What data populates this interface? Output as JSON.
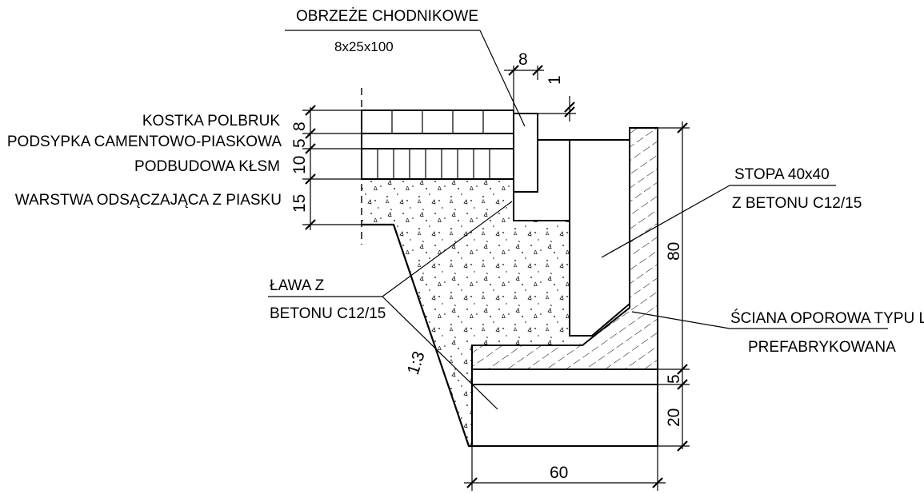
{
  "labels": {
    "curb_title": "OBRZEŻE CHODNIKOWE",
    "curb_size": "8x25x100",
    "paving": "KOSTKA POLBRUK",
    "bedding": "PODSYPKA CAMENTOWO-PIASKOWA",
    "base": "PODBUDOWA KŁSM",
    "drainage": "WARSTWA ODSĄCZAJĄCA Z PIASKU",
    "foot_line1": "STOPA  40x40",
    "foot_line2": "Z BETONU C12/15",
    "bench_line1": "ŁAWA Z",
    "bench_line2": "BETONU C12/15",
    "wall_line1": "ŚCIANA OPOROWA TYPU L",
    "wall_line2": "PREFABRYKOWANA",
    "slope": "1:3"
  },
  "dimensions": {
    "curb_width": "8",
    "curb_step": "1",
    "layer_paving": "8",
    "layer_bedding": "5",
    "layer_base": "10",
    "layer_drainage": "15",
    "wall_height": "80",
    "bed_layer": "5",
    "bench_height": "20",
    "bench_width": "60"
  }
}
